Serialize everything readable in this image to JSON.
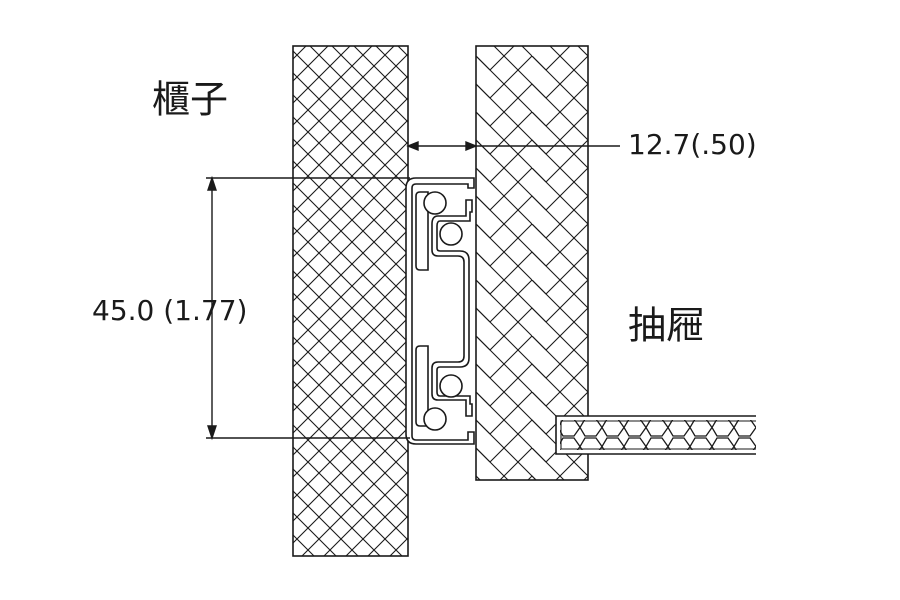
{
  "labels": {
    "cabinet": "櫃子",
    "drawer": "抽屜",
    "gap_dimension": "12.7(.50)",
    "height_dimension": "45.0 (1.77)"
  },
  "colors": {
    "line": "#1a1a1a",
    "background": "#ffffff"
  }
}
